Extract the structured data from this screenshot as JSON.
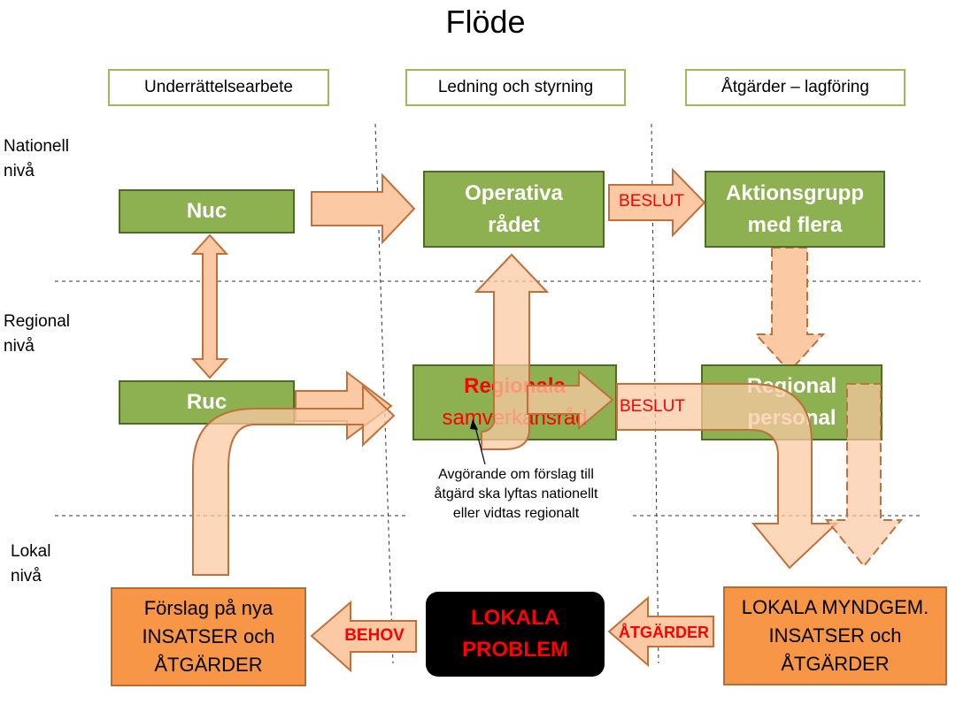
{
  "title": "Flöde",
  "columns": [
    "Underrättelsearbete",
    "Ledning och styrning",
    "Åtgärder – lagföring"
  ],
  "levels": {
    "national": [
      "Nationell",
      "nivå"
    ],
    "regional": [
      "Regional",
      "nivå"
    ],
    "local": [
      "Lokal",
      "nivå"
    ]
  },
  "nodes": {
    "nuc": "Nuc",
    "operativa": [
      "Operativa",
      "rådet"
    ],
    "aktionsgrupp": [
      "Aktionsgrupp",
      "med flera"
    ],
    "ruc": "Ruc",
    "regionala": [
      "Regionala",
      "samverkansråd"
    ],
    "regional_personal": [
      "Regional",
      "personal"
    ],
    "forslag": [
      "Förslag på nya",
      "INSATSER och",
      "ÅTGÄRDER"
    ],
    "lokala_problem": [
      "LOKALA",
      "PROBLEM"
    ],
    "lokala_myndgem": [
      "LOKALA MYNDGEM.",
      "INSATSER och",
      "ÅTGÄRDER"
    ]
  },
  "arrow_labels": {
    "beslut_top": "BESLUT",
    "beslut_mid": "BESLUT",
    "behov": "BEHOV",
    "atgarder": "ÅTGÄRDER"
  },
  "note": [
    "Avgörande om förslag till",
    "åtgärd ska lyftas nationellt",
    "eller vidtas regionalt"
  ],
  "colors": {
    "green_box": "#8db050",
    "orange_box": "#f79646",
    "arrow_fill": "#fbc9a3",
    "arrow_stroke": "#c0703a",
    "label_red": "#ff0000"
  }
}
